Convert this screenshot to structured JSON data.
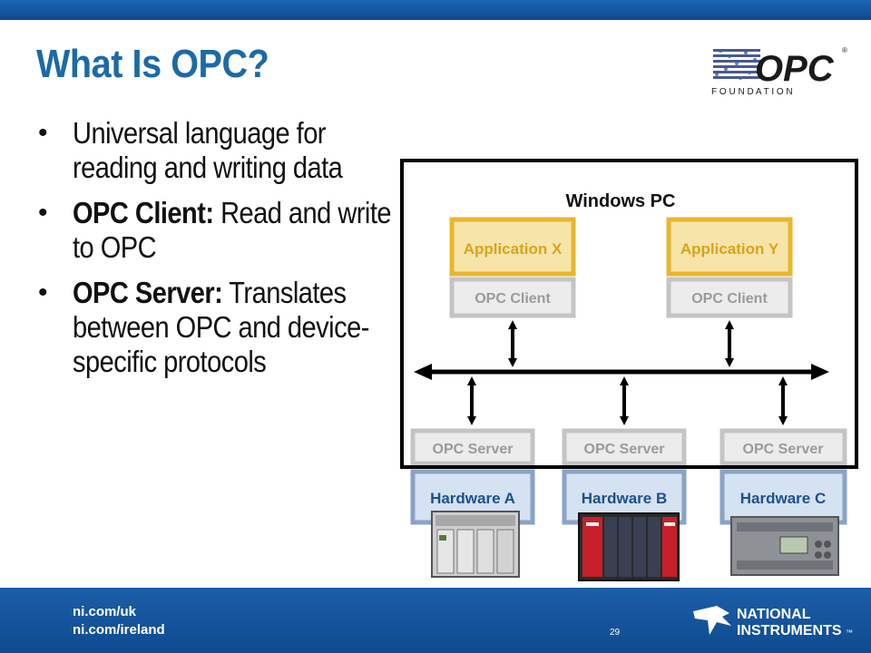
{
  "slide": {
    "title": "What Is OPC?",
    "bullets": [
      {
        "bold": "",
        "text": "Universal language for reading and writing data"
      },
      {
        "bold": "OPC Client:",
        "text": " Read and write to OPC"
      },
      {
        "bold": "OPC Server:",
        "text": " Translates between OPC and device-specific protocols"
      }
    ]
  },
  "logo": {
    "main": "OPC",
    "sub": "F O U N D A T I O N",
    "reg": "®"
  },
  "diagram": {
    "pc_label": "Windows PC",
    "applications": [
      {
        "app": "Application X",
        "client": "OPC Client"
      },
      {
        "app": "Application Y",
        "client": "OPC Client"
      }
    ],
    "servers": [
      {
        "server": "OPC Server",
        "hardware": "Hardware A"
      },
      {
        "server": "OPC Server",
        "hardware": "Hardware B"
      },
      {
        "server": "OPC Server",
        "hardware": "Hardware C"
      }
    ]
  },
  "footer": {
    "link1": "ni.com/uk",
    "link2": "ni.com/ireland",
    "page_number": "29",
    "brand_line1": "NATIONAL",
    "brand_line2": "INSTRUMENTS",
    "tm": "™"
  },
  "colors": {
    "title": "#1c6aa6",
    "bar": "#0d4b93",
    "app_fill": "#f7e4a8",
    "app_border": "#e8b62e",
    "client_border": "#c4c4c4",
    "server_border": "#8aa3c4",
    "hardware_fill": "#d4e2f2"
  }
}
